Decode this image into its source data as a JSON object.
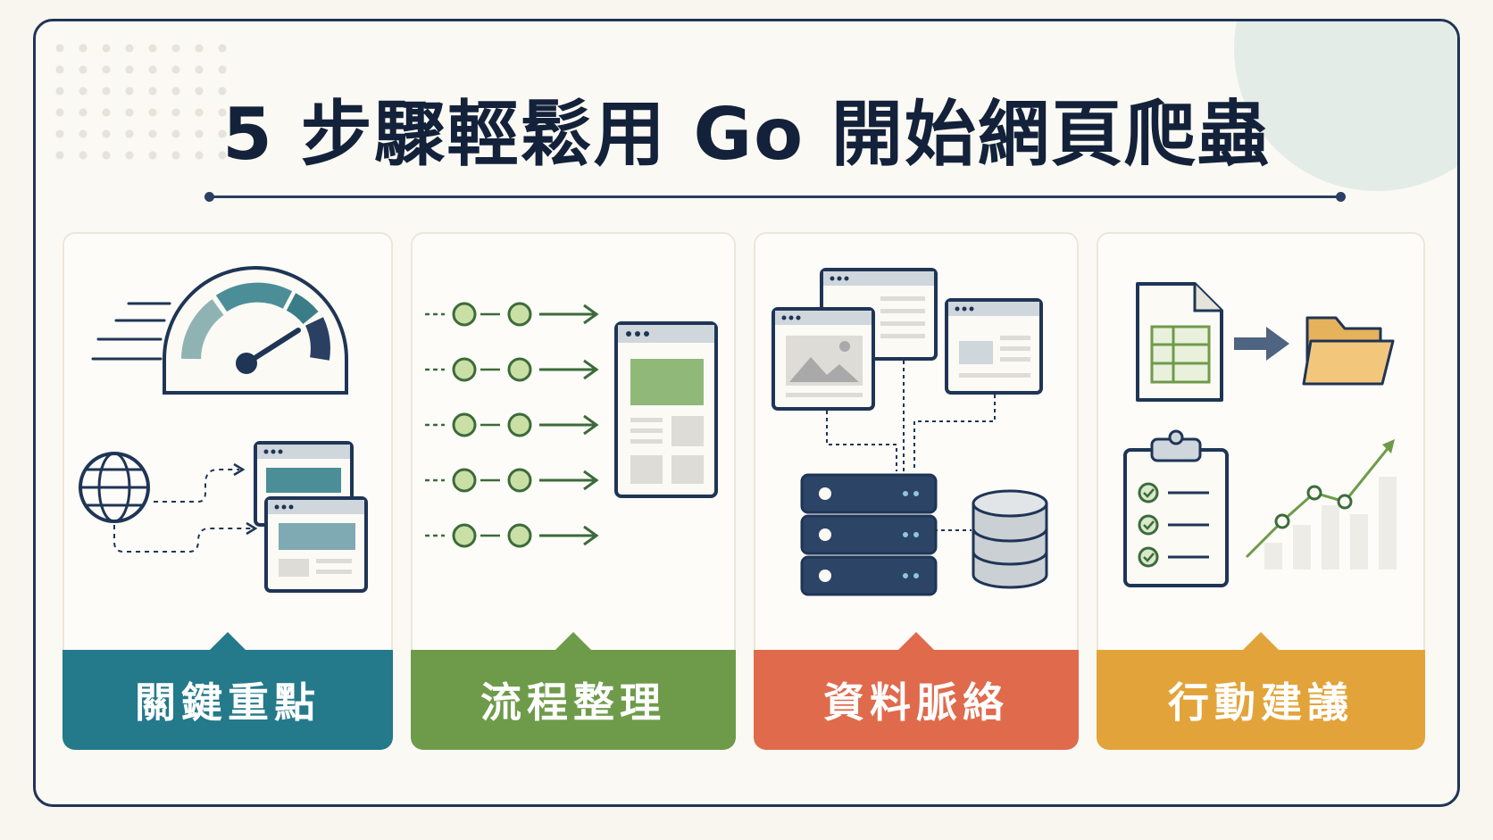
{
  "title": "5 步驟輕鬆用 Go 開始網頁爬蟲",
  "colors": {
    "navy": "#1f3556",
    "teal": "#24798a",
    "green": "#6e9b4a",
    "coral": "#e06a4c",
    "amber": "#e2a43a"
  },
  "cards": [
    {
      "label": "關鍵重點",
      "color": "#24798a",
      "icons": [
        "speedometer-icon",
        "globe-icon",
        "browser-window-icon"
      ]
    },
    {
      "label": "流程整理",
      "color": "#6e9b4a",
      "icons": [
        "flow-arrows-icon",
        "browser-window-icon"
      ]
    },
    {
      "label": "資料脈絡",
      "color": "#e06a4c",
      "icons": [
        "browser-window-icon",
        "server-icon",
        "database-icon"
      ]
    },
    {
      "label": "行動建議",
      "color": "#e2a43a",
      "icons": [
        "spreadsheet-icon",
        "folder-icon",
        "clipboard-checklist-icon",
        "growth-chart-icon"
      ]
    }
  ]
}
